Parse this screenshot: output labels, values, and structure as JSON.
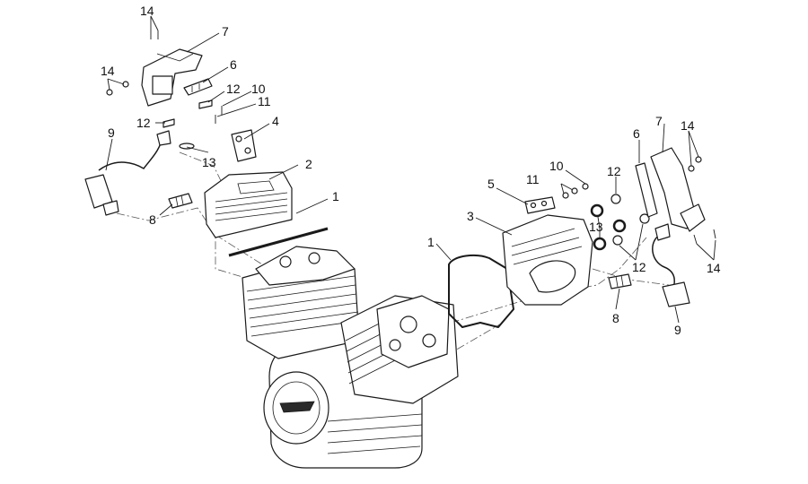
{
  "callouts": {
    "left_14_top": "14",
    "left_7": "7",
    "left_14_side": "14",
    "left_6": "6",
    "left_12_a": "12",
    "left_10": "10",
    "left_11": "11",
    "left_12_b": "12",
    "left_4": "4",
    "left_9": "9",
    "left_13": "13",
    "left_2": "2",
    "left_1": "1",
    "left_8": "8",
    "right_7": "7",
    "right_14_top": "14",
    "right_6": "6",
    "right_10": "10",
    "right_12_top": "12",
    "right_11": "11",
    "right_5": "5",
    "right_3": "3",
    "right_1": "1",
    "right_13": "13",
    "right_12_bottom": "12",
    "right_14_bottom": "14",
    "right_8": "8",
    "right_9": "9"
  }
}
